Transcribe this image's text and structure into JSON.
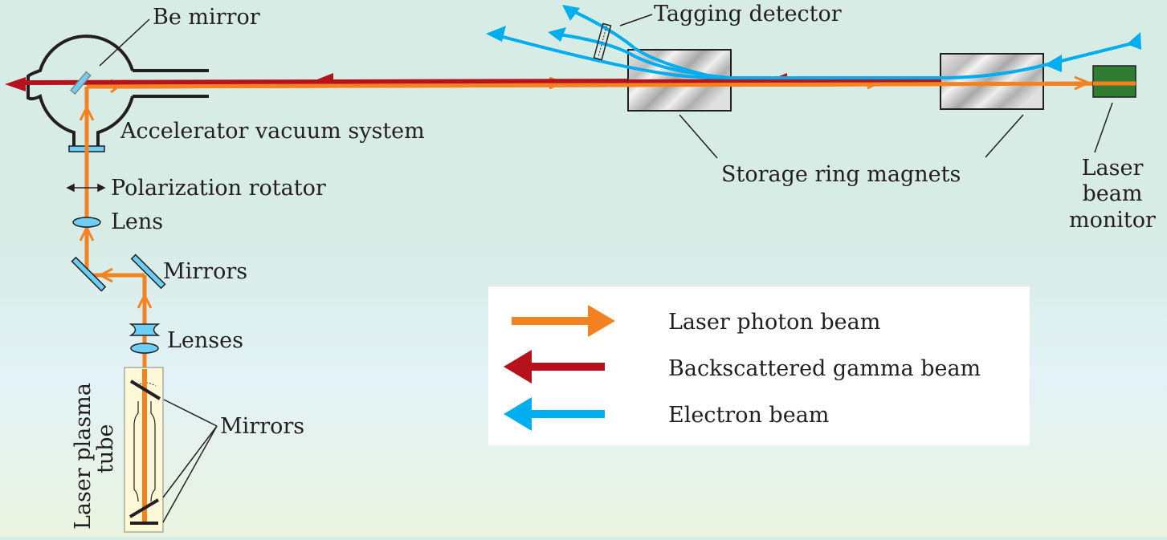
{
  "diagram": {
    "title": "Laser backscattering gamma beam setup",
    "labels": {
      "be_mirror": "Be mirror",
      "tagging_detector": "Tagging detector",
      "accelerator_vacuum": "Accelerator vacuum system",
      "storage_ring_magnets": "Storage ring magnets",
      "laser_beam_monitor": [
        "Laser",
        "beam",
        "monitor"
      ],
      "polarization_rotator": "Polarization rotator",
      "lens": "Lens",
      "mirrors_upper": "Mirrors",
      "lenses": "Lenses",
      "mirrors_lower": "Mirrors",
      "laser_plasma_tube": [
        "Laser plasma",
        "tube"
      ]
    },
    "legend": [
      {
        "label": "Laser photon beam",
        "color": "#f58220",
        "direction": "right"
      },
      {
        "label": "Backscattered gamma beam",
        "color": "#b5121b",
        "direction": "left"
      },
      {
        "label": "Electron beam",
        "color": "#00aeef",
        "direction": "left"
      }
    ],
    "colors": {
      "laser": "#f58220",
      "gamma": "#b5121b",
      "electron": "#00aeef",
      "optic": "#6dcff6",
      "monitor": "#2e7d32",
      "tube_bg": "#fdf8d8"
    }
  }
}
